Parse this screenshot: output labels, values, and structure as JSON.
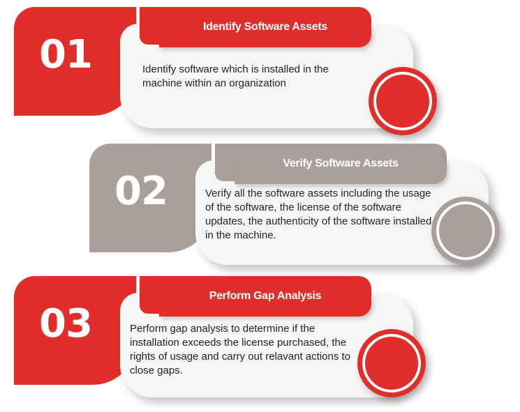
{
  "colors": {
    "red": "#e02e2a",
    "grey": "#a9a09b",
    "card": "#f7f6f5",
    "text": "#232323"
  },
  "steps": [
    {
      "number": "01",
      "title": "Identify Software Assets",
      "description": "Identify software which is installed in the machine within an organization"
    },
    {
      "number": "02",
      "title": "Verify Software Assets",
      "description": "Verify all the software assets including the usage of the software, the license of the software updates, the authenticity of the software installed in the machine."
    },
    {
      "number": "03",
      "title": "Perform Gap Analysis",
      "description": "Perform gap analysis to determine if the installation exceeds the license purchased, the rights of usage and carry out relavant actions to close gaps."
    }
  ]
}
